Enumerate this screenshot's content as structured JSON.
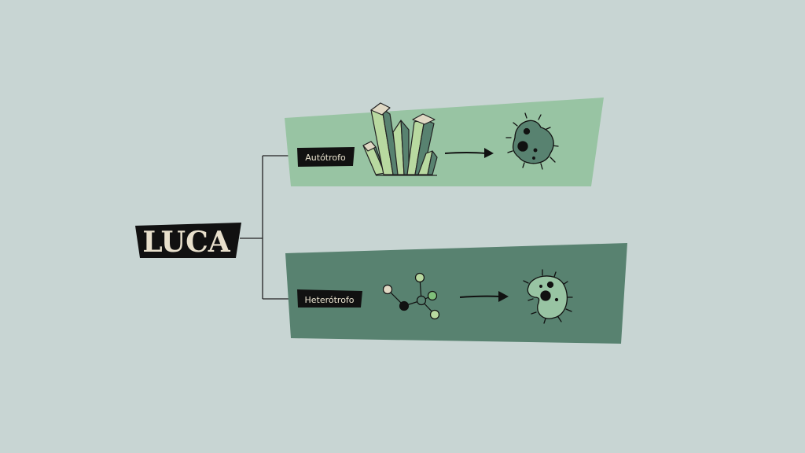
{
  "root": {
    "label": "LUCA"
  },
  "branches": [
    {
      "label": "Autótrofo",
      "panel_color": "#98c4a3",
      "source_icon": "crystal-icon",
      "result_icon": "cell-icon"
    },
    {
      "label": "Heterótrofo",
      "panel_color": "#588270",
      "source_icon": "molecule-icon",
      "result_icon": "cell-icon"
    }
  ],
  "colors": {
    "background": "#c8d5d3",
    "ink": "#111111",
    "cream": "#e8e0cc",
    "light_green": "#b8d9a0",
    "dark_green": "#588270"
  }
}
